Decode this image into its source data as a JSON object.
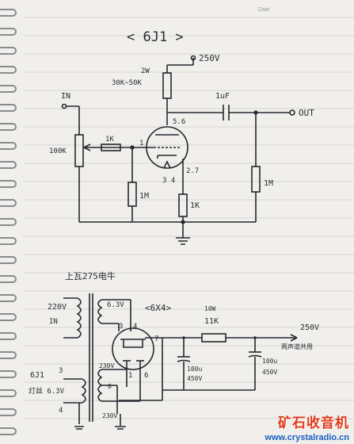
{
  "header": {
    "date_label": "Date"
  },
  "amp": {
    "title": "< 6J1 >",
    "supply": "250V",
    "plate_resistor": {
      "power": "2W",
      "value": "30K~50K"
    },
    "coupling_cap": "1uF",
    "output": "OUT",
    "input": "IN",
    "volume_pot": "100K",
    "grid_stopper": "1K",
    "grid_leak": "1M",
    "cathode_resistor": "1K",
    "output_load": "1M",
    "tube_pins": {
      "plate": "5.6",
      "grid": "1",
      "cathode": "2.7",
      "heater": "3 4"
    }
  },
  "psu": {
    "transformer_label": "上瓦275电牛",
    "mains": "220V",
    "mains_sub": "IN",
    "heater_winding": "6.3V",
    "rectifier": "<6X4>",
    "secondary_a": "230V",
    "secondary_b": "230V",
    "tap": "0",
    "series_resistor": {
      "power": "10W",
      "value": "11K"
    },
    "filter_cap_1": {
      "value": "100u",
      "voltage": "450V"
    },
    "filter_cap_2": {
      "value": "100u",
      "voltage": "450V"
    },
    "out_voltage": "250V",
    "out_note": "两声道共用",
    "heater_out": {
      "tube": "6J1",
      "label": "灯丝 6.3V",
      "pin_a": "3",
      "pin_b": "4"
    },
    "rect_pins": {
      "a": "3",
      "b": "4",
      "c": "7",
      "d": "1",
      "e": "6"
    }
  },
  "watermark": {
    "cn": "矿石收音机",
    "url": "www.crystalradio.cn"
  }
}
